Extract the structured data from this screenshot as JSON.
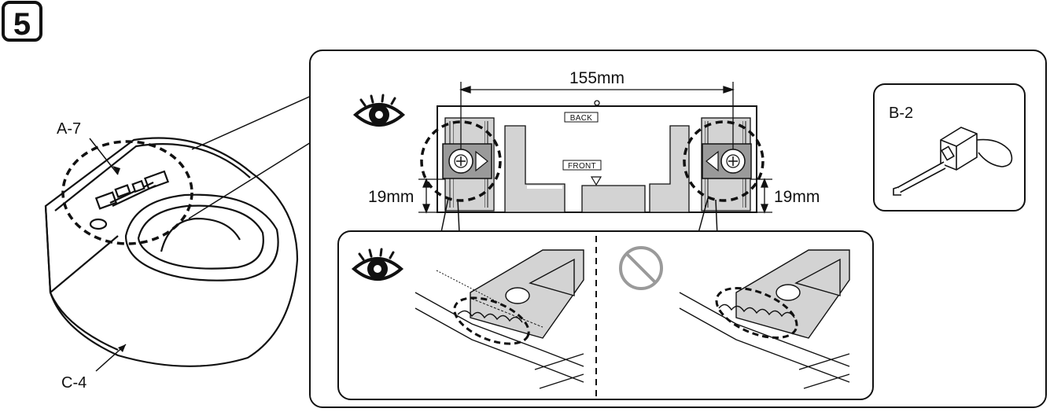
{
  "step": {
    "number": "5"
  },
  "toilet": {
    "part_label_top": "A-7",
    "part_label_bottom": "C-4"
  },
  "detail": {
    "dimension_width": "155mm",
    "dimension_left_height": "19mm",
    "dimension_right_height": "19mm",
    "plate_back_label": "BACK",
    "plate_front_label": "FRONT"
  },
  "tool": {
    "label": "B-2",
    "icon": "tape-measure-icon"
  },
  "icons": {
    "view": "eye-icon",
    "prohibited": "prohibited-icon"
  },
  "colors": {
    "line": "#111111",
    "plate_fill": "#d3d3d3",
    "slider_fill": "#9a9a9a"
  }
}
